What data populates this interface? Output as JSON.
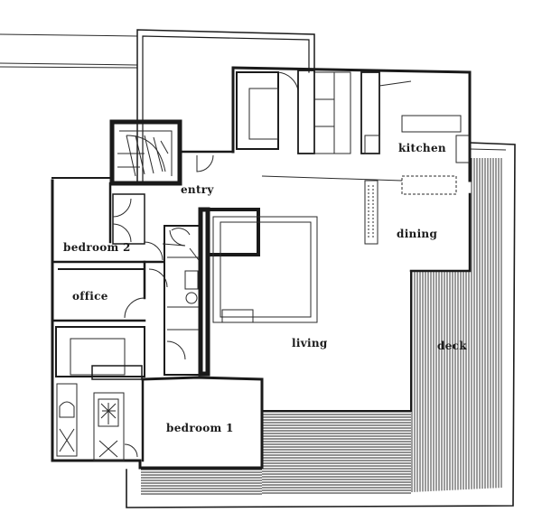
{
  "rooms": {
    "entry": "entry",
    "kitchen": "kitchen",
    "dining": "dining",
    "bedroom2": "bedroom 2",
    "office": "office",
    "living": "living",
    "deck": "deck",
    "bedroom1": "bedroom 1"
  },
  "colors": {
    "ink": "#1a1a1a",
    "paper": "#ffffff"
  }
}
